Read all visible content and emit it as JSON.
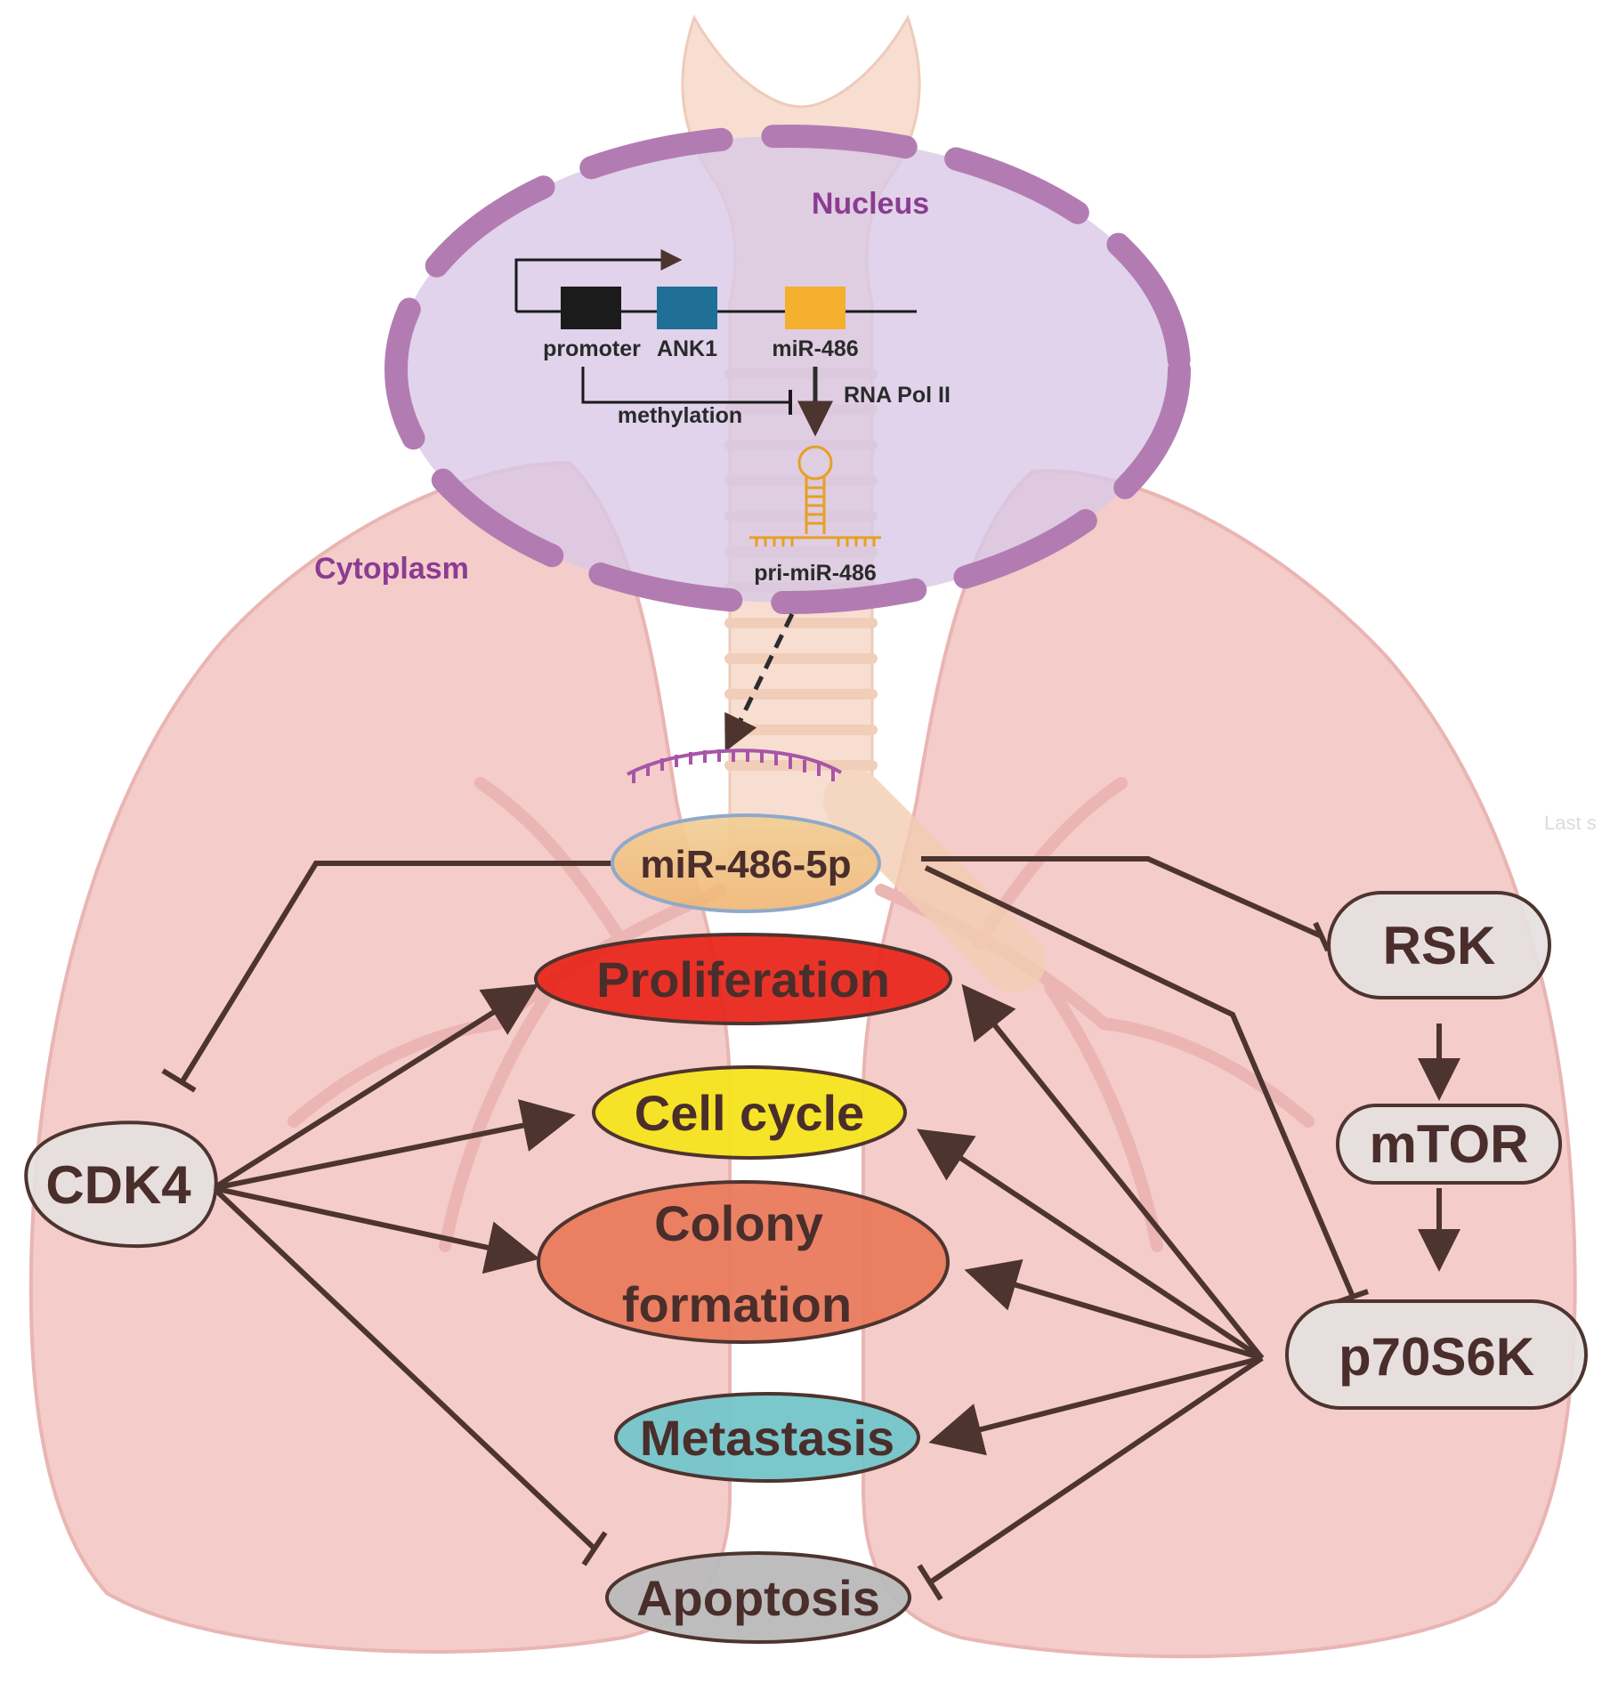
{
  "labels": {
    "nucleus": "Nucleus",
    "cytoplasm": "Cytoplasm",
    "promoter": "promoter",
    "ank1": "ANK1",
    "mir486": "miR-486",
    "methylation": "methylation",
    "rna_pol": "RNA Pol  II",
    "pri_mir": "pri-miR-486",
    "watermark": "Last s"
  },
  "nodes": {
    "mir5p": "miR-486-5p",
    "rsk": "RSK",
    "mtor": "mTOR",
    "p70": "p70S6K",
    "cdk4": "CDK4"
  },
  "outcomes": {
    "proliferation": "Proliferation",
    "cell_cycle": "Cell cycle",
    "colony_line1": "Colony",
    "colony_line2": "formation",
    "metastasis": "Metastasis",
    "apoptosis": "Apoptosis"
  },
  "colors": {
    "arrow": "#4d342f",
    "membrane": "#b07ab0",
    "nucleus_fill": "#d9c9e6",
    "lung": "#f3c7c4",
    "trachea": "#f6d2bf",
    "promoter_box": "#1b1b1b",
    "ank1_box": "#1f6f97",
    "mir_box": "#f4b02e",
    "label_purple": "#8b3c92",
    "proliferation": "#e8281e",
    "cell_cycle": "#f6e31d",
    "colony": "#ea7a5c",
    "metastasis": "#73c5c9",
    "apoptosis": "#b9b9b9",
    "node_fill": "#e9e3e3"
  }
}
